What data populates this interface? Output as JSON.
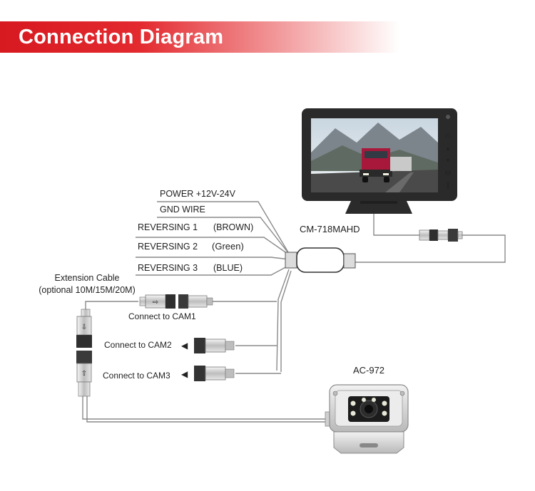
{
  "title": "Connection Diagram",
  "monitor": {
    "model": "CM-718MAHD",
    "buttons": [
      "⏻",
      "▲",
      "▼",
      "M",
      "∥"
    ]
  },
  "camera": {
    "model": "AC-972"
  },
  "wires": [
    {
      "label": "POWER +12V-24V",
      "color": ""
    },
    {
      "label": "GND WIRE",
      "color": ""
    },
    {
      "label": "REVERSING 1",
      "color": "(BROWN)"
    },
    {
      "label": "REVERSING 2",
      "color": "(Green)"
    },
    {
      "label": "REVERSING 3",
      "color": "(BLUE)"
    }
  ],
  "extension": {
    "line1": "Extension Cable",
    "line2": "(optional 10M/15M/20M)"
  },
  "connections": [
    "Connect to CAM1",
    "Connect to CAM2",
    "Connect to CAM3"
  ],
  "colors": {
    "banner": "#d71920",
    "cable": "#8a8a8a"
  }
}
